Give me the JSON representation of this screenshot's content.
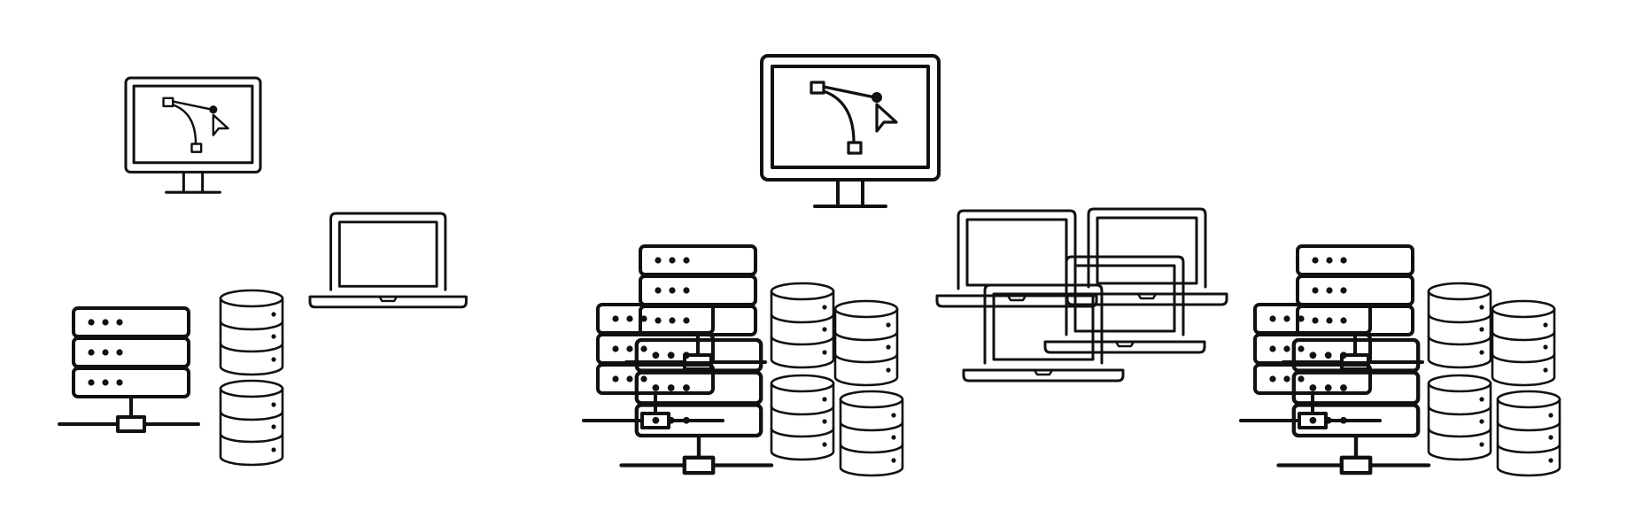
{
  "colors": {
    "stroke": "#111111",
    "background": "#ffffff"
  },
  "icons": [
    {
      "group": "left",
      "name": "design-monitor-icon"
    },
    {
      "group": "left",
      "name": "laptop-icon"
    },
    {
      "group": "left",
      "name": "server-rack-icon"
    },
    {
      "group": "left",
      "name": "database-icon"
    },
    {
      "group": "left",
      "name": "database-icon"
    },
    {
      "group": "middle",
      "name": "design-monitor-icon"
    },
    {
      "group": "middle",
      "name": "server-cluster-icon"
    },
    {
      "group": "middle",
      "name": "database-cluster-icon"
    },
    {
      "group": "middle",
      "name": "laptops-cluster-icon"
    },
    {
      "group": "right",
      "name": "server-cluster-icon"
    },
    {
      "group": "right",
      "name": "database-cluster-icon"
    }
  ]
}
